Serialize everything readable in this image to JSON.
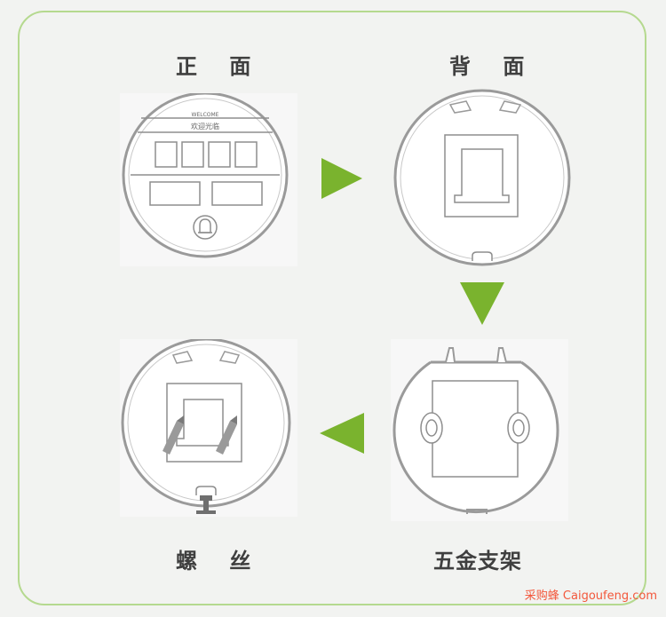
{
  "labels": {
    "front": "正 面",
    "back": "背 面",
    "screw": "螺 丝",
    "bracket": "五金支架"
  },
  "front_panel": {
    "line1": "WELCOME",
    "line2": "欢迎光临"
  },
  "watermark": "采购蜂 Caigoufeng.com",
  "colors": {
    "accent": "#7ab32e",
    "frame": "#b5d98f",
    "text": "#3f3f3f",
    "watermark": "#f3573b"
  }
}
